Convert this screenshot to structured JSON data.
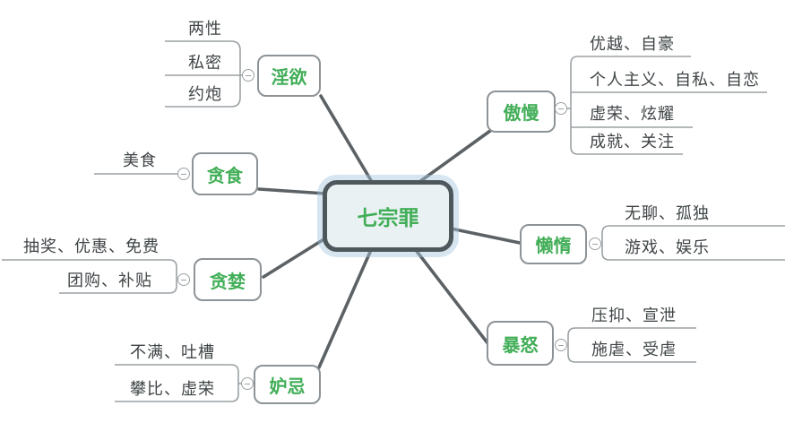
{
  "center": {
    "label": "七宗罪"
  },
  "branches": [
    {
      "key": "lust",
      "label": "淫欲",
      "children": [
        "两性",
        "私密",
        "约炮"
      ]
    },
    {
      "key": "pride",
      "label": "傲慢",
      "children": [
        "优越、自豪",
        "个人主义、自私、自恋",
        "虚荣、炫耀",
        "成就、关注"
      ]
    },
    {
      "key": "gluttony",
      "label": "贪食",
      "children": [
        "美食"
      ]
    },
    {
      "key": "sloth",
      "label": "懒惰",
      "children": [
        "无聊、孤独",
        "游戏、娱乐"
      ]
    },
    {
      "key": "greed",
      "label": "贪婪",
      "children": [
        "抽奖、优惠、免费",
        "团购、补贴"
      ]
    },
    {
      "key": "wrath",
      "label": "暴怒",
      "children": [
        "压抑、宣泄",
        "施虐、受虐"
      ]
    },
    {
      "key": "envy",
      "label": "妒忌",
      "children": [
        "不满、吐槽",
        "攀比、虚荣"
      ]
    }
  ],
  "icons": {
    "collapse_toggle": "minus-in-circle"
  },
  "colors": {
    "bg": "#ffffff",
    "accent": "#42ae58",
    "centerFill": "#e9f1f3",
    "centerBorder": "#4e585c",
    "centerGlow": "rgba(165,198,221,0.45)",
    "nodeBorder": "#8d9397",
    "line": "#9ba1a4",
    "childText": "#3f4446",
    "thickLine": "#5b6164"
  }
}
